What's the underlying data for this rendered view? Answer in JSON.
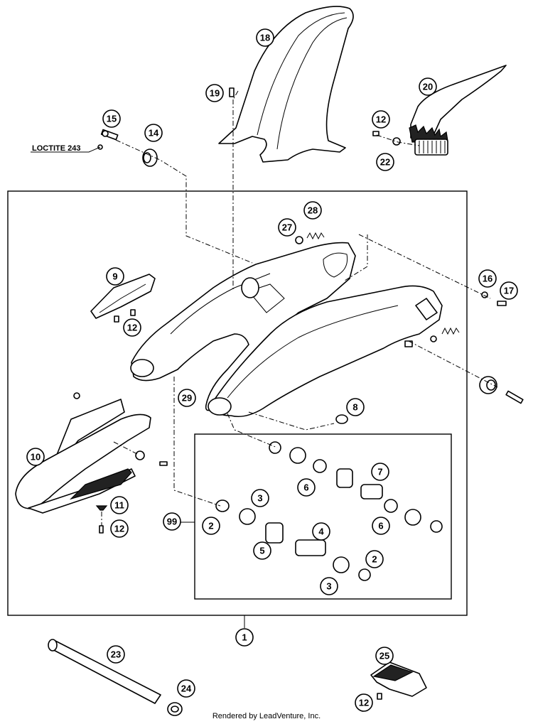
{
  "note": "LOCTITE 243",
  "footer": "Rendered by LeadVenture, Inc.",
  "callouts": {
    "c1": "1",
    "c2a": "2",
    "c2b": "2",
    "c3a": "3",
    "c3b": "3",
    "c4": "4",
    "c5": "5",
    "c6a": "6",
    "c6b": "6",
    "c7": "7",
    "c8": "8",
    "c9": "9",
    "c10": "10",
    "c11": "11",
    "c12a": "12",
    "c12b": "12",
    "c12c": "12",
    "c12d": "12",
    "c14": "14",
    "c15": "15",
    "c16": "16",
    "c17": "17",
    "c18": "18",
    "c19": "19",
    "c20": "20",
    "c22": "22",
    "c23": "23",
    "c24": "24",
    "c25": "25",
    "c27": "27",
    "c28": "28",
    "c29": "29",
    "c99": "99"
  }
}
